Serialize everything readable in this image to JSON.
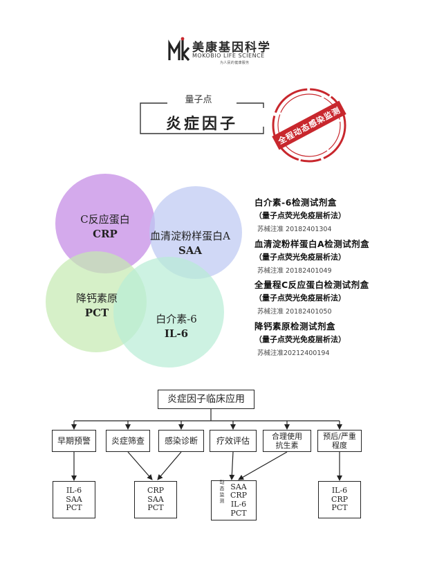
{
  "logo": {
    "name_cn": "美康基因科学",
    "name_en": "MOKOBIO LIFE SCIENCE",
    "slogan": "为人民的健康服务"
  },
  "title": {
    "small": "量子点",
    "main": "炎症因子"
  },
  "stamp": {
    "text": "全程动态感染监测"
  },
  "venn": [
    {
      "cn": "C反应蛋白",
      "en": "CRP",
      "color": "#c58ee6"
    },
    {
      "cn": "血清淀粉样蛋白A",
      "en": "SAA",
      "color": "#bcc7f2"
    },
    {
      "cn": "降钙素原",
      "en": "PCT",
      "color": "#c5eab0"
    },
    {
      "cn": "白介素-6",
      "en": "IL-6",
      "color": "#b8ecd6"
    }
  ],
  "products": [
    {
      "title": "白介素-6检测试剂盒",
      "sub": "（量子点荧光免疫层析法）",
      "reg": "苏械注准 20182401304"
    },
    {
      "title": "血清淀粉样蛋白A检测试剂盒",
      "sub": "（量子点荧光免疫层析法）",
      "reg": "苏械注准 20182401049"
    },
    {
      "title": "全量程C反应蛋白检测试剂盒",
      "sub": "（量子点荧光免疫层析法）",
      "reg": "苏械注准 20182401050"
    },
    {
      "title": "降钙素原检测试剂盒",
      "sub": "（量子点荧光免疫层析法）",
      "reg": "苏械注准20212400194"
    }
  ],
  "flow": {
    "root": "炎症因子临床应用",
    "level1": [
      "早期预警",
      "炎症筛查",
      "感染诊断",
      "疗效评估",
      "合理使用\n抗生素",
      "预后/严重\n程度"
    ],
    "results": [
      [
        "IL-6",
        "SAA",
        "PCT"
      ],
      [
        "CRP",
        "SAA",
        "PCT"
      ],
      [
        "SAA",
        "CRP",
        "IL-6",
        "PCT"
      ],
      [
        "IL-6",
        "CRP",
        "PCT"
      ]
    ],
    "note": "动态监测"
  },
  "colors": {
    "stamp": "#c8272d",
    "line": "#222222"
  }
}
